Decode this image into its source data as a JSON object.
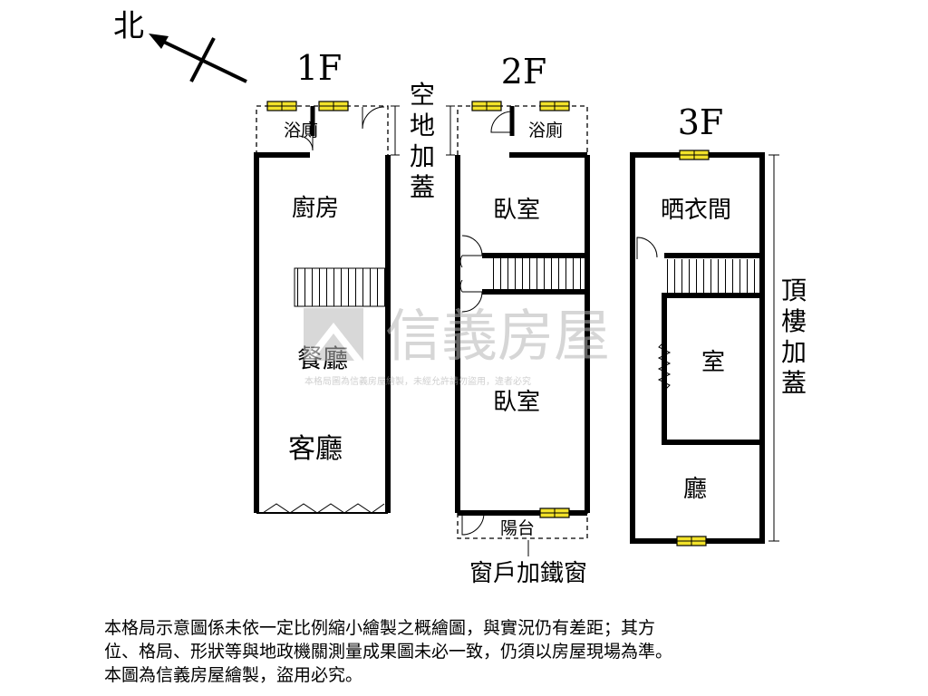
{
  "compass": {
    "north": "北"
  },
  "floors": {
    "f1": {
      "title": "1F",
      "rooms": {
        "bath": "浴廁",
        "kitchen": "廚房",
        "dining": "餐廳",
        "living": "客廳"
      }
    },
    "f2": {
      "title": "2F",
      "rooms": {
        "bath": "浴廁",
        "bedroom_front": "臥室",
        "bedroom_rear": "臥室",
        "balcony": "陽台"
      }
    },
    "f3": {
      "title": "3F",
      "rooms": {
        "laundry": "晒衣間",
        "room": "室",
        "hall": "廳"
      }
    }
  },
  "annotations": {
    "open_space_addition": "空地加蓋",
    "rooftop_addition": "頂樓加蓋",
    "window_iron": "窗戶加鐵窗"
  },
  "watermark": {
    "brand": "信義房屋",
    "note": "本格局圖為信義房屋繪製，未經允許請勿盜用，違者必究"
  },
  "disclaimer": {
    "line1": "本格局示意圖係未依一定比例縮小繪製之概繪圖，與實況仍有差距；其方",
    "line2": "位、格局、形狀等與地政機關測量成果圖未必一致，仍須以房屋現場為準。",
    "line3": "本圖為信義房屋繪製，盜用必究。"
  },
  "colors": {
    "wall": "#000000",
    "window": "#f2e22a",
    "watermark": "#c8c8c8"
  }
}
